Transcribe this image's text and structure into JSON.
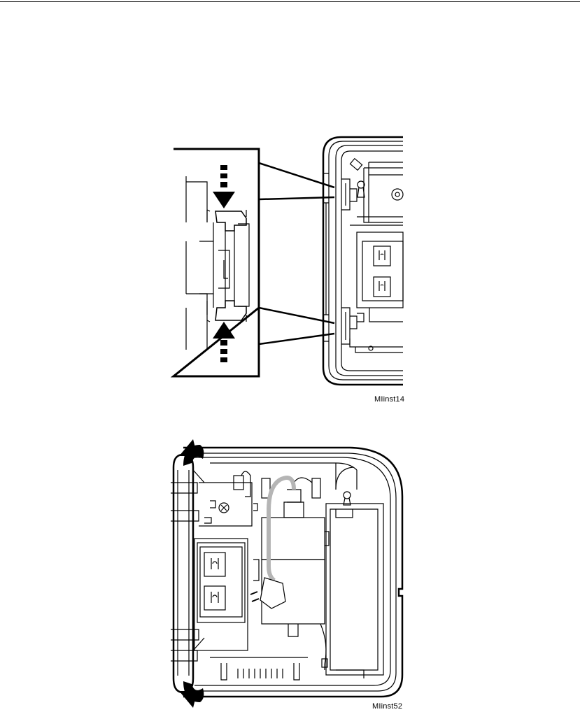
{
  "figures": [
    {
      "caption": "MIinst14",
      "depicts": "detail-inset-latch-tabs"
    },
    {
      "caption": "MIinst52",
      "depicts": "open-cover-rotation"
    }
  ],
  "colors": {
    "line": "#000000",
    "cord": "#b5b5b5",
    "background": "#ffffff"
  }
}
